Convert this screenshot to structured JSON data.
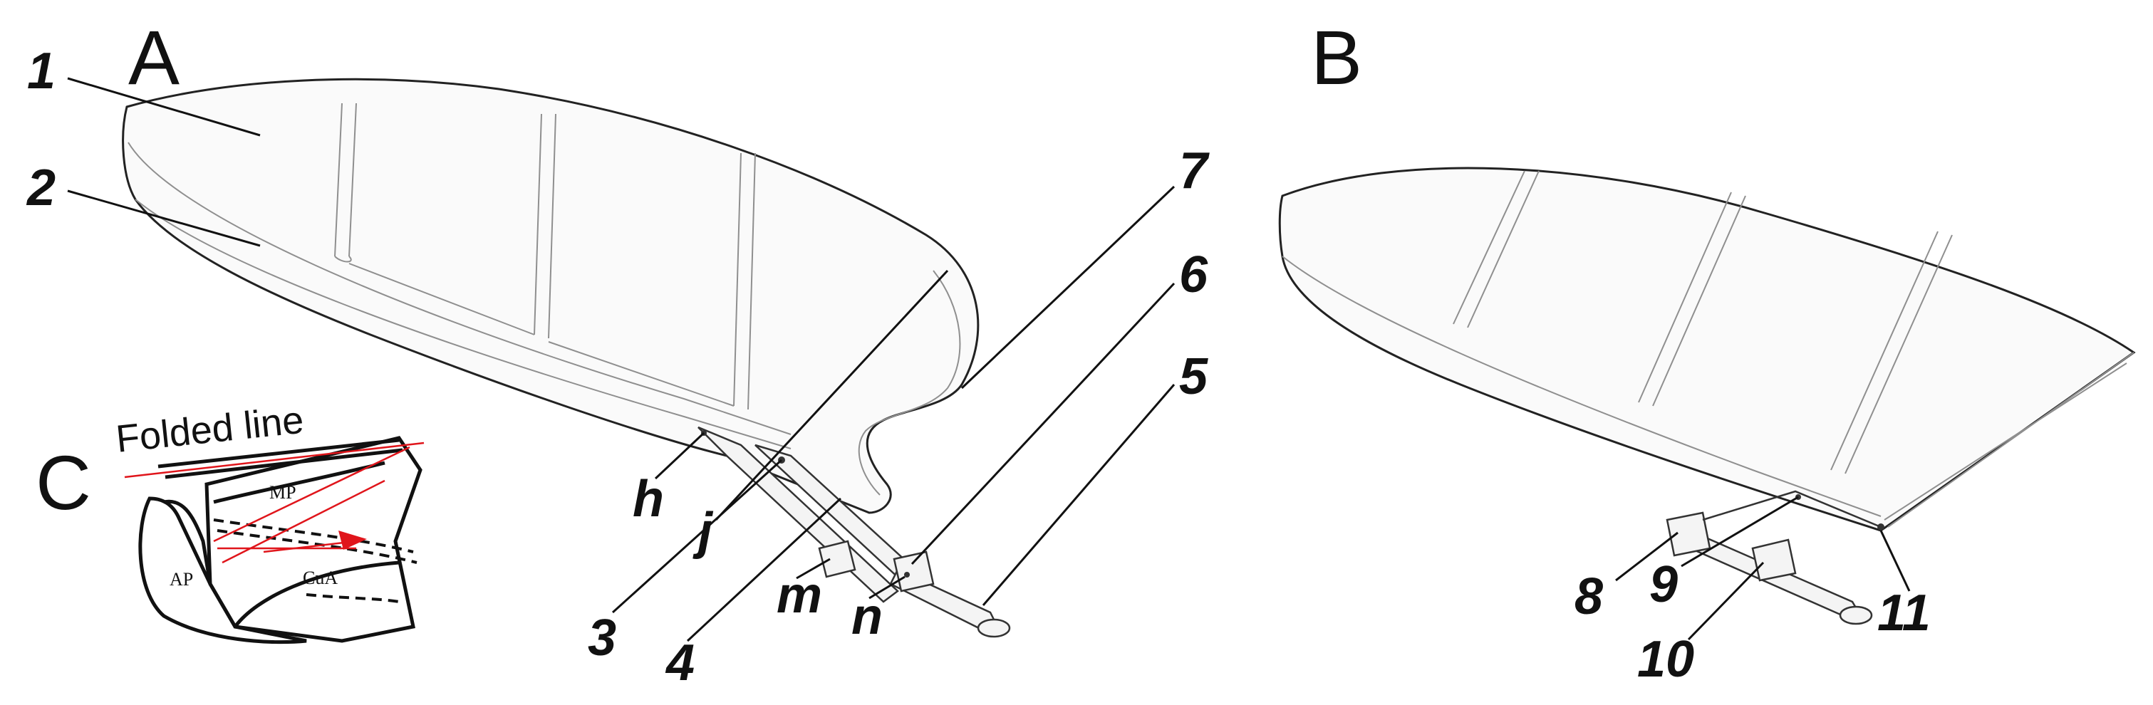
{
  "panels": {
    "a": "A",
    "b": "B",
    "c": "C"
  },
  "callouts_a": {
    "n1": "1",
    "n2": "2",
    "n3": "3",
    "n4": "4",
    "n5": "5",
    "n6": "6",
    "n7": "7",
    "h": "h",
    "j": "j",
    "m": "m",
    "n": "n"
  },
  "callouts_b": {
    "n8": "8",
    "n9": "9",
    "n10": "10",
    "n11": "11"
  },
  "inset_c": {
    "title": "Folded line",
    "mp": "MP",
    "ap": "AP",
    "cua": "CuA"
  },
  "colors": {
    "ink": "#111111",
    "highlight": "#e0151b"
  }
}
